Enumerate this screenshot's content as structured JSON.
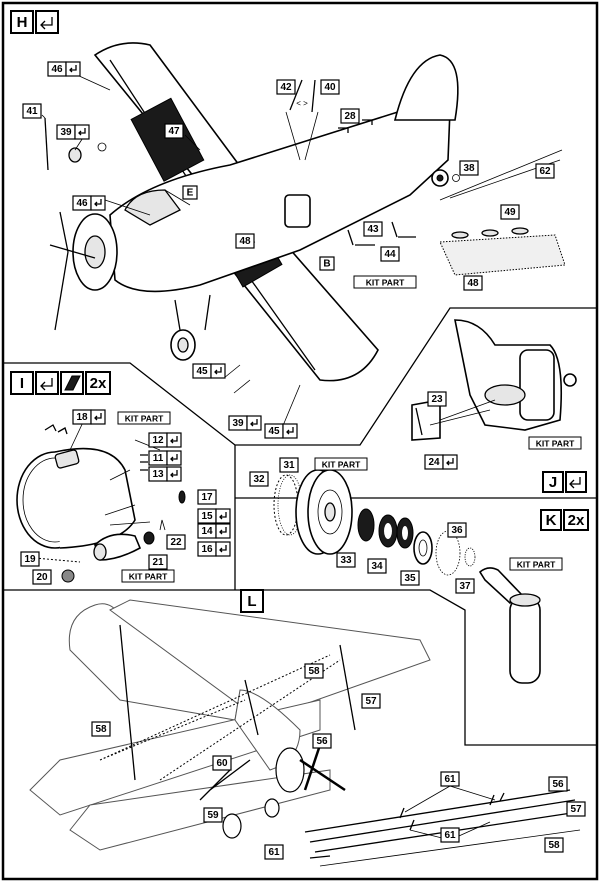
{
  "steps": {
    "H": {
      "letter": "H"
    },
    "I": {
      "letter": "I",
      "qty": "2x"
    },
    "J": {
      "letter": "J"
    },
    "K": {
      "letter": "K",
      "qty": "2x"
    },
    "L": {
      "letter": "L"
    }
  },
  "kit_part_label": "KIT PART",
  "letters": {
    "E": "E",
    "B": "B"
  },
  "icons": [
    "undo-arrow-icon",
    "glue-icon",
    "paint-icon",
    "mirror-flip-icon"
  ],
  "part_numbers": {
    "H": [
      "46",
      "41",
      "39",
      "47",
      "46",
      "48",
      "42",
      "40",
      "28",
      "43",
      "44",
      "38",
      "62",
      "49",
      "48",
      "45",
      "39",
      "45"
    ],
    "I": [
      "18",
      "12",
      "11",
      "13",
      "17",
      "15",
      "14",
      "16",
      "22",
      "21",
      "19",
      "20"
    ],
    "J": [
      "23",
      "24"
    ],
    "wheel": [
      "32",
      "31",
      "33",
      "34",
      "35",
      "36",
      "37"
    ],
    "L": [
      "58",
      "57",
      "56",
      "58",
      "60",
      "59",
      "61",
      "61",
      "61",
      "56",
      "57",
      "58"
    ]
  },
  "colors": {
    "ink": "#000000",
    "paper": "#ffffff",
    "decal_black": "#1a1a1a"
  }
}
